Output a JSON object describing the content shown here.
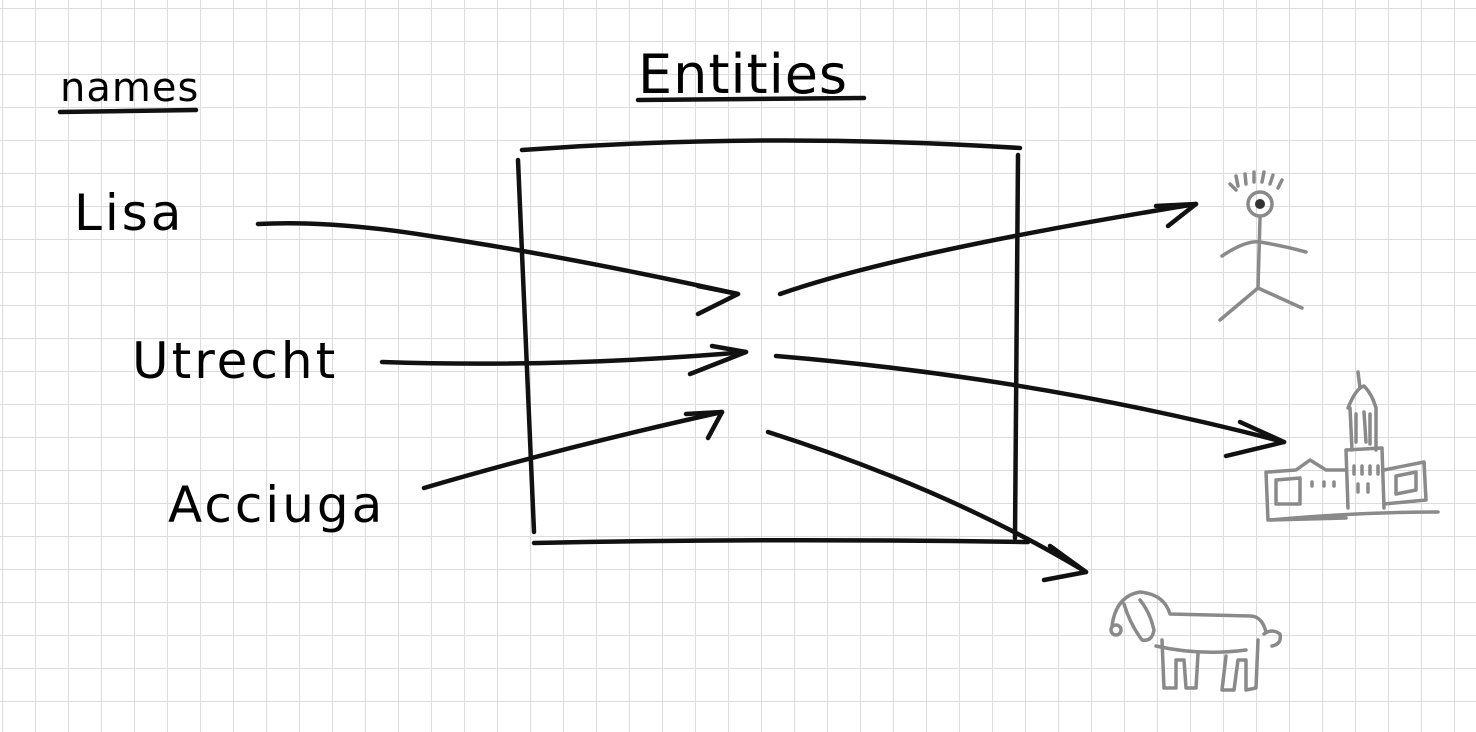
{
  "headings": {
    "names": "names",
    "entities": "Entities"
  },
  "names": [
    {
      "label": "Lisa"
    },
    {
      "label": "Utrecht"
    },
    {
      "label": "Acciuga"
    }
  ],
  "entities": [
    {
      "icon": "person-icon"
    },
    {
      "icon": "city-church-icon"
    },
    {
      "icon": "dog-icon"
    }
  ],
  "colors": {
    "ink": "#111111",
    "sketch": "#8a8a8a",
    "grid": "#dcdcdc"
  }
}
